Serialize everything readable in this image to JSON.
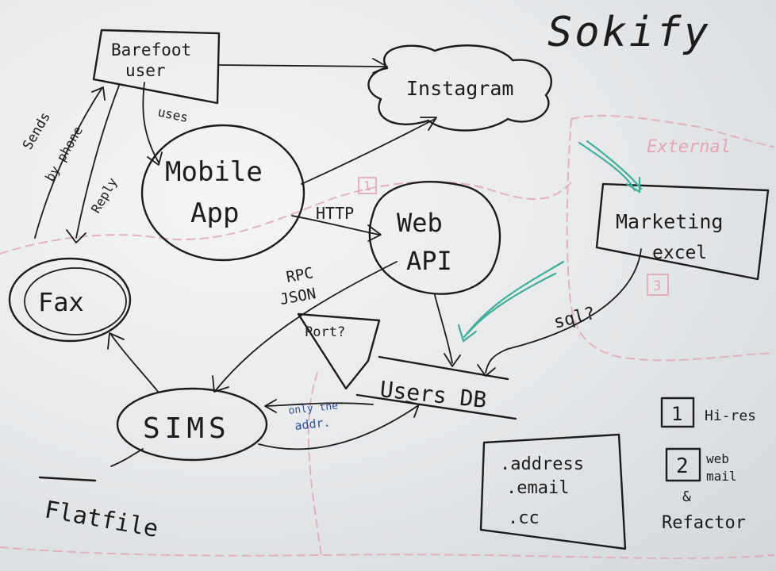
{
  "title": "Sokify",
  "nodes": {
    "barefoot_user": [
      "Barefoot",
      "user"
    ],
    "instagram": "Instagram",
    "mobile_app": [
      "Mobile",
      "App"
    ],
    "web_api": [
      "Web",
      "API"
    ],
    "marketing_excel": [
      "Marketing",
      "excel"
    ],
    "fax": "Fax",
    "sims": "SIMS",
    "users_db": "Users DB",
    "port": "Port?",
    "flatfile": "Flatfile",
    "external": "External"
  },
  "edge_labels": {
    "uses": "uses",
    "sends_by_phone": [
      "Sends",
      "by phone"
    ],
    "reply": "Reply",
    "http": "HTTP",
    "rpc_json": [
      "RPC",
      "JSON"
    ],
    "sql": "sql?",
    "only_the_addr": [
      "only the",
      "addr."
    ]
  },
  "db_fields": [
    ".address",
    ".email",
    ".cc"
  ],
  "priorities": [
    {
      "num": "1",
      "text": [
        "Hi-res"
      ]
    },
    {
      "num": "2",
      "text": [
        "web",
        "mail",
        "&",
        "Refactor"
      ]
    }
  ],
  "zone_markers": [
    "1",
    "3"
  ],
  "colors": {
    "ink": "#1c1c1c",
    "pink": "#e6a4b4",
    "blue": "#2a4fa8",
    "teal": "#3fae9e"
  }
}
